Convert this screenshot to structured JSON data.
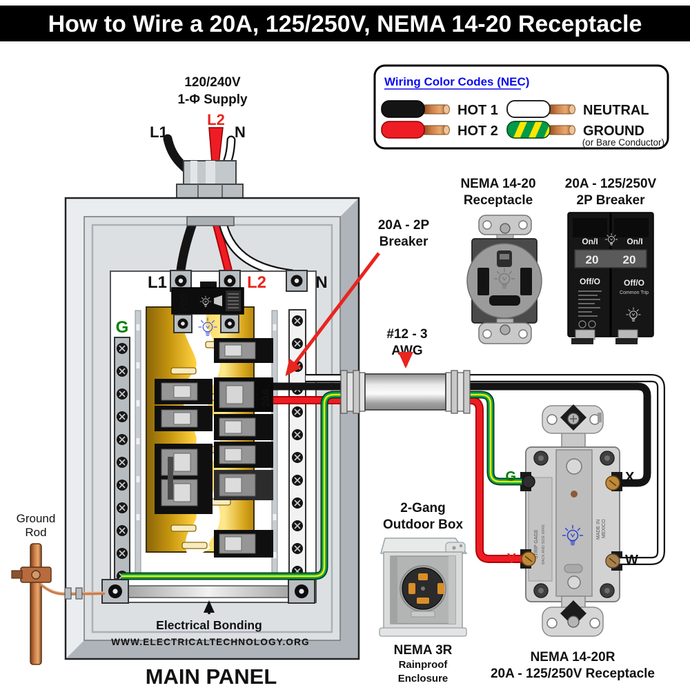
{
  "title": "How to Wire a 20A, 125/250V, NEMA 14-20 Receptacle",
  "legend": {
    "title": "Wiring Color Codes (NEC)",
    "hot1": "HOT 1",
    "hot2": "HOT 2",
    "neutral": "NEUTRAL",
    "ground": "GROUND",
    "ground_note": "(or Bare Conductor)"
  },
  "supply": {
    "voltage": "120/240V",
    "phase": "1-Φ Supply",
    "l1": "L1",
    "l2": "L2",
    "n": "N"
  },
  "panel": {
    "caption": "MAIN PANEL",
    "l1": "L1",
    "l2": "L2",
    "n": "N",
    "g": "G",
    "main_breaker": "200",
    "branch_breaker": "20A",
    "bonding": "Electrical Bonding",
    "website": "WWW.ELECTRICALTECHNOLOGY.ORG",
    "ground_rod_1": "Ground",
    "ground_rod_2": "Rod"
  },
  "callouts": {
    "breaker_1": "20A - 2P",
    "breaker_2": "Breaker",
    "cable_1": "#12 - 3",
    "cable_2": "AWG",
    "outdoor_box_1": "2-Gang",
    "outdoor_box_2": "Outdoor Box"
  },
  "receptacle_front": {
    "title_1": "NEMA 14-20",
    "title_2": "Receptacle"
  },
  "breaker_product": {
    "title_1": "20A - 125/250V",
    "title_2": "2P Breaker",
    "on": "On/I",
    "off": "Off/O",
    "amp": "20",
    "common_trip": "Common Trip"
  },
  "enclosure": {
    "caption_1": "NEMA 3R",
    "caption_2": "Rainproof",
    "caption_3": "Enclosure"
  },
  "receptacle_back": {
    "caption_1": "NEMA 14-20R",
    "caption_2": "20A - 125/250V Receptacle",
    "terminal_g": "G",
    "terminal_x": "X",
    "terminal_y": "Y",
    "terminal_w": "W",
    "made_in_1": "MADE IN",
    "made_in_2": "MEXICO",
    "side_text_1": "STRIP GAGE",
    "side_text_2": "BACK AND SIDE WIRE"
  },
  "wire_colors": {
    "hot1": "#141414",
    "hot2": "#ee1c25",
    "neutral": "#ffffff",
    "ground_green": "#00a651",
    "ground_stripe": "#ffe600",
    "copper": "#cf8048",
    "bus_gold": "#ffd34d"
  }
}
